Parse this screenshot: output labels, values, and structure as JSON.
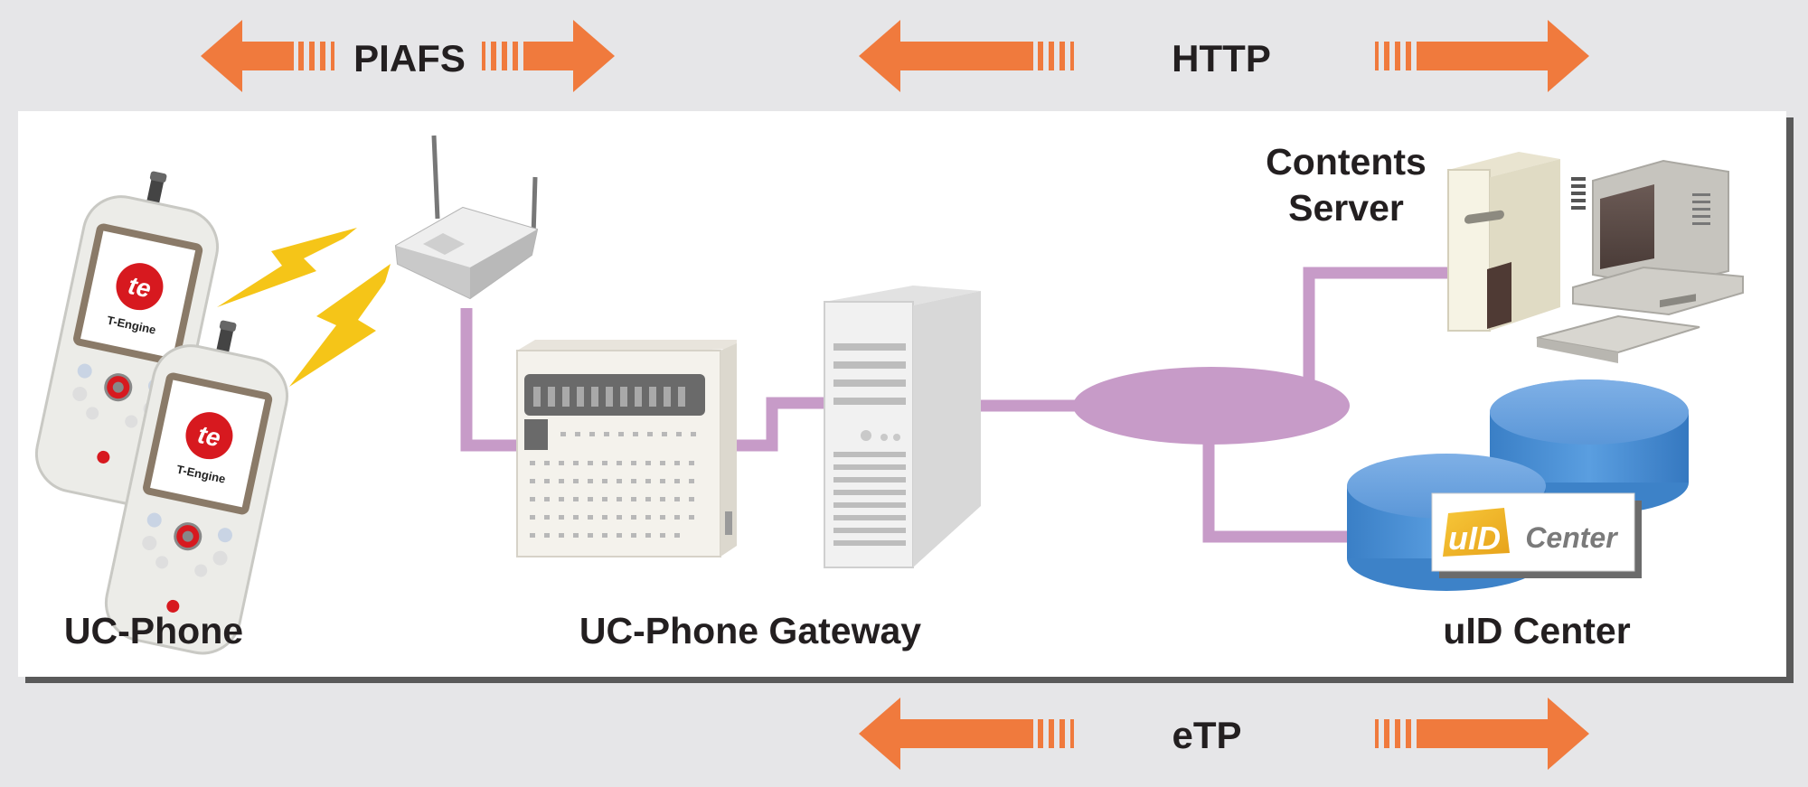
{
  "protocols": {
    "piafs": "PIAFS",
    "http": "HTTP",
    "etp": "eTP"
  },
  "nodes": {
    "uc_phone": "UC-Phone",
    "gateway": "UC-Phone Gateway",
    "uid_center": "uID Center",
    "contents_server_line1": "Contents",
    "contents_server_line2": "Server"
  },
  "phone": {
    "brand_mark": "te",
    "brand_name": "T-Engine"
  },
  "uid_logo": {
    "mark": "uID",
    "word": "Center"
  },
  "colors": {
    "arrow": "#f07a3d",
    "network_line": "#c79bc8",
    "database": "#4a8fd3",
    "phone_logo": "#d7191f"
  }
}
